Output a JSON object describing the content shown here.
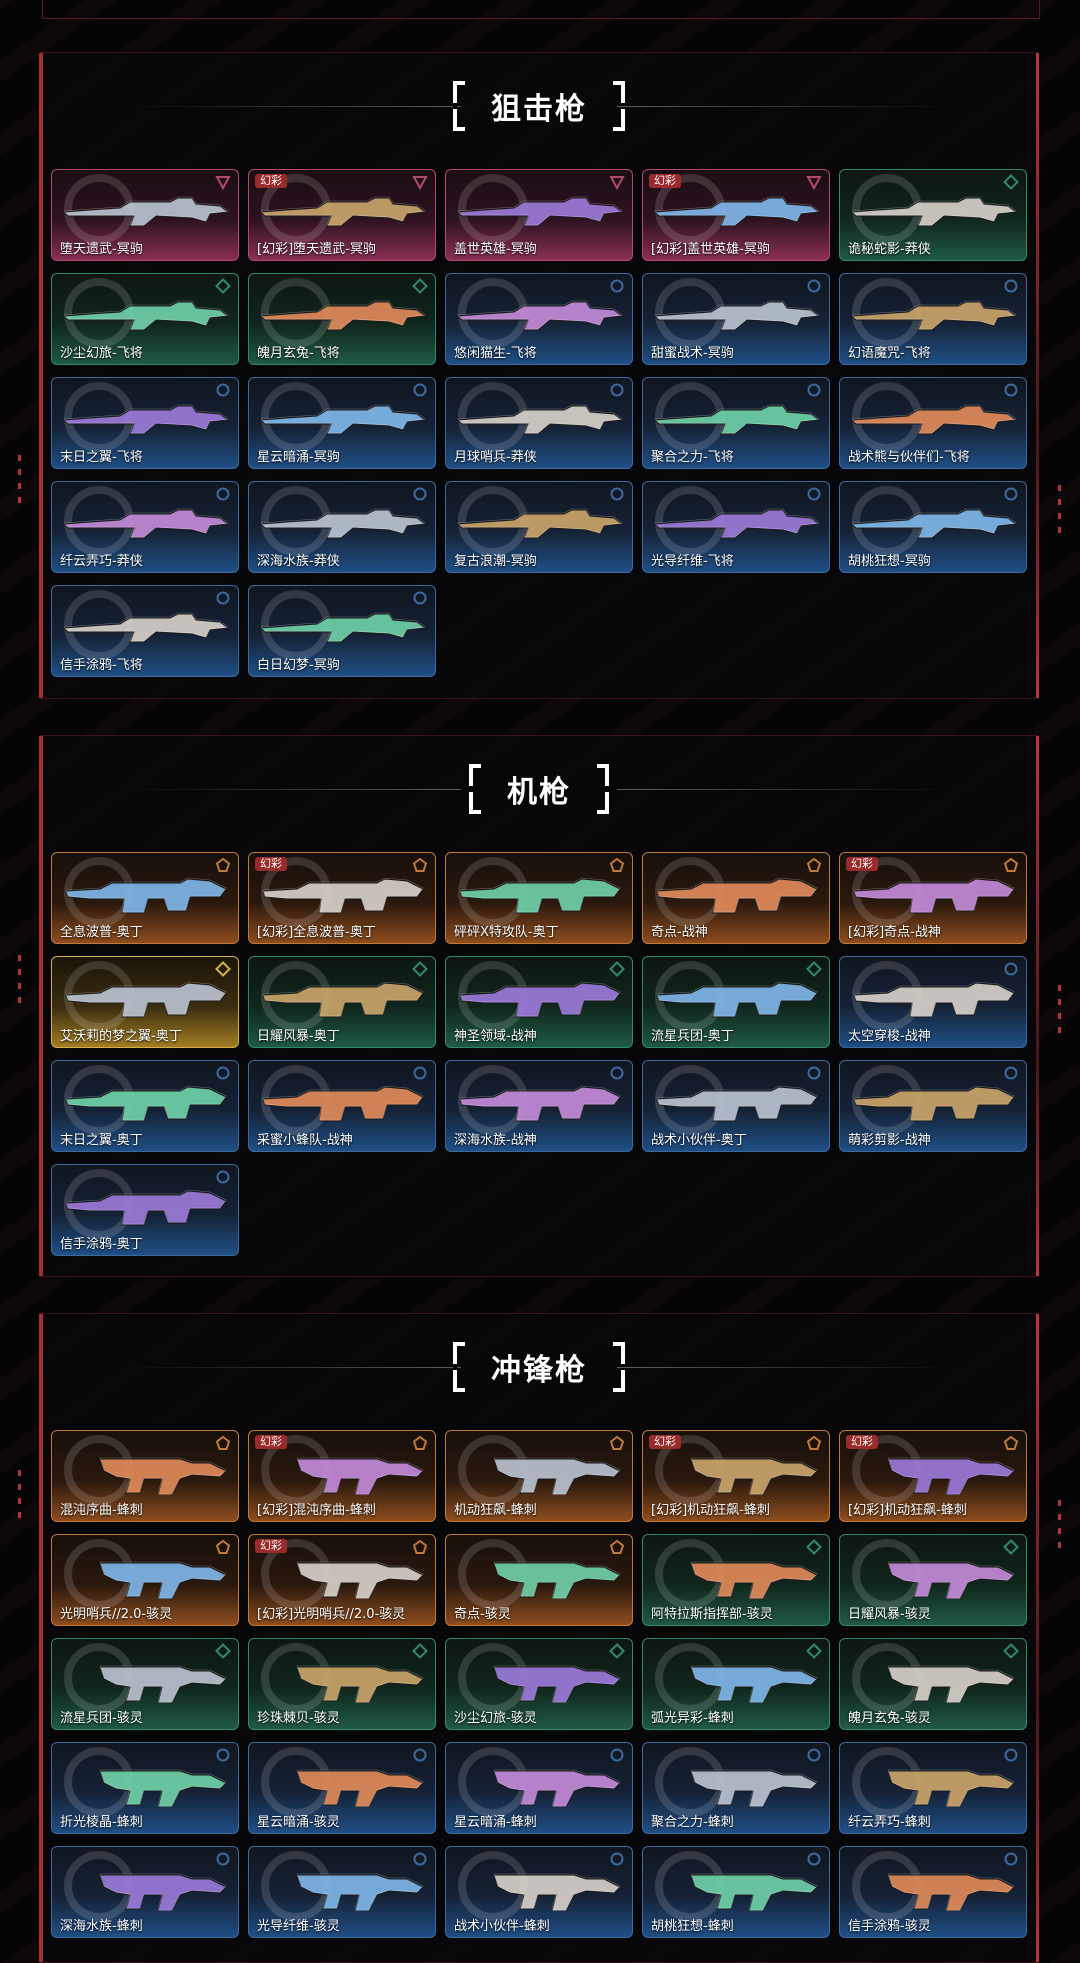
{
  "colors": {
    "accent_red": "#c0343a",
    "tier_pink": "#b5486f",
    "tier_green": "#2f8a6a",
    "tier_blue": "#3b6aa0",
    "tier_orange": "#c27a3a",
    "tier_gold": "#d8b04a",
    "tag_red": "#9b2a2a"
  },
  "tier_icons": {
    "pink": "inverted-triangle-icon",
    "green": "diamond-icon",
    "blue": "circle-icon",
    "orange": "pentagon-icon",
    "gold": "diamond-icon"
  },
  "sections": [
    {
      "title": "狙击枪",
      "gun_icon": "sniper-rifle-icon",
      "items": [
        {
          "name": "堕天遗武-冥驹",
          "tier": "pink",
          "tag": ""
        },
        {
          "name": "[幻彩]堕天遗武-冥驹",
          "tier": "pink",
          "tag": "幻彩"
        },
        {
          "name": "盖世英雄-冥驹",
          "tier": "pink",
          "tag": ""
        },
        {
          "name": "[幻彩]盖世英雄-冥驹",
          "tier": "pink",
          "tag": "幻彩"
        },
        {
          "name": "诡秘蛇影-莽侠",
          "tier": "green",
          "tag": ""
        },
        {
          "name": "沙尘幻旅-飞将",
          "tier": "green",
          "tag": ""
        },
        {
          "name": "魄月玄兔-飞将",
          "tier": "green",
          "tag": ""
        },
        {
          "name": "悠闲猫生-飞将",
          "tier": "blue",
          "tag": ""
        },
        {
          "name": "甜蜜战术-冥驹",
          "tier": "blue",
          "tag": ""
        },
        {
          "name": "幻语魔咒-飞将",
          "tier": "blue",
          "tag": ""
        },
        {
          "name": "末日之翼-飞将",
          "tier": "blue",
          "tag": ""
        },
        {
          "name": "星云暗涌-冥驹",
          "tier": "blue",
          "tag": ""
        },
        {
          "name": "月球哨兵-莽侠",
          "tier": "blue",
          "tag": ""
        },
        {
          "name": "聚合之力-飞将",
          "tier": "blue",
          "tag": ""
        },
        {
          "name": "战术熊与伙伴们-飞将",
          "tier": "blue",
          "tag": ""
        },
        {
          "name": "纤云弄巧-莽侠",
          "tier": "blue",
          "tag": ""
        },
        {
          "name": "深海水族-莽侠",
          "tier": "blue",
          "tag": ""
        },
        {
          "name": "复古浪潮-冥驹",
          "tier": "blue",
          "tag": ""
        },
        {
          "name": "光导纤维-飞将",
          "tier": "blue",
          "tag": ""
        },
        {
          "name": "胡桃狂想-冥驹",
          "tier": "blue",
          "tag": ""
        },
        {
          "name": "信手涂鸦-飞将",
          "tier": "blue",
          "tag": ""
        },
        {
          "name": "白日幻梦-冥驹",
          "tier": "blue",
          "tag": ""
        }
      ]
    },
    {
      "title": "机枪",
      "gun_icon": "machine-gun-icon",
      "items": [
        {
          "name": "全息波普-奥丁",
          "tier": "orange",
          "tag": ""
        },
        {
          "name": "[幻彩]全息波普-奥丁",
          "tier": "orange",
          "tag": "幻彩"
        },
        {
          "name": "砰砰X特攻队-奥丁",
          "tier": "orange",
          "tag": ""
        },
        {
          "name": "奇点-战神",
          "tier": "orange",
          "tag": ""
        },
        {
          "name": "[幻彩]奇点-战神",
          "tier": "orange",
          "tag": "幻彩"
        },
        {
          "name": "艾沃莉的梦之翼-奥丁",
          "tier": "gold",
          "tag": ""
        },
        {
          "name": "日耀风暴-奥丁",
          "tier": "green",
          "tag": ""
        },
        {
          "name": "神圣领域-战神",
          "tier": "green",
          "tag": ""
        },
        {
          "name": "流星兵团-奥丁",
          "tier": "green",
          "tag": ""
        },
        {
          "name": "太空穿梭-战神",
          "tier": "blue",
          "tag": ""
        },
        {
          "name": "末日之翼-奥丁",
          "tier": "blue",
          "tag": ""
        },
        {
          "name": "采蜜小蜂队-战神",
          "tier": "blue",
          "tag": ""
        },
        {
          "name": "深海水族-战神",
          "tier": "blue",
          "tag": ""
        },
        {
          "name": "战术小伙伴-奥丁",
          "tier": "blue",
          "tag": ""
        },
        {
          "name": "萌彩剪影-战神",
          "tier": "blue",
          "tag": ""
        },
        {
          "name": "信手涂鸦-奥丁",
          "tier": "blue",
          "tag": ""
        }
      ]
    },
    {
      "title": "冲锋枪",
      "gun_icon": "smg-icon",
      "items": [
        {
          "name": "混沌序曲-蜂刺",
          "tier": "orange",
          "tag": ""
        },
        {
          "name": "[幻彩]混沌序曲-蜂刺",
          "tier": "orange",
          "tag": "幻彩"
        },
        {
          "name": "机动狂飙-蜂刺",
          "tier": "orange",
          "tag": ""
        },
        {
          "name": "[幻彩]机动狂飙-蜂刺",
          "tier": "orange",
          "tag": "幻彩"
        },
        {
          "name": "[幻彩]机动狂飙-蜂刺",
          "tier": "orange",
          "tag": "幻彩"
        },
        {
          "name": "光明哨兵//2.0-骇灵",
          "tier": "orange",
          "tag": ""
        },
        {
          "name": "[幻彩]光明哨兵//2.0-骇灵",
          "tier": "orange",
          "tag": "幻彩"
        },
        {
          "name": "奇点-骇灵",
          "tier": "orange",
          "tag": ""
        },
        {
          "name": "阿特拉斯指挥部-骇灵",
          "tier": "green",
          "tag": ""
        },
        {
          "name": "日耀风暴-骇灵",
          "tier": "green",
          "tag": ""
        },
        {
          "name": "流星兵团-骇灵",
          "tier": "green",
          "tag": ""
        },
        {
          "name": "珍珠棘贝-骇灵",
          "tier": "green",
          "tag": ""
        },
        {
          "name": "沙尘幻旅-骇灵",
          "tier": "green",
          "tag": ""
        },
        {
          "name": "弧光异彩-蜂刺",
          "tier": "green",
          "tag": ""
        },
        {
          "name": "魄月玄兔-骇灵",
          "tier": "green",
          "tag": ""
        },
        {
          "name": "折光棱晶-蜂刺",
          "tier": "blue",
          "tag": ""
        },
        {
          "name": "星云暗涌-骇灵",
          "tier": "blue",
          "tag": ""
        },
        {
          "name": "星云暗涌-蜂刺",
          "tier": "blue",
          "tag": ""
        },
        {
          "name": "聚合之力-蜂刺",
          "tier": "blue",
          "tag": ""
        },
        {
          "name": "纤云弄巧-蜂刺",
          "tier": "blue",
          "tag": ""
        },
        {
          "name": "深海水族-蜂刺",
          "tier": "blue",
          "tag": ""
        },
        {
          "name": "光导纤维-骇灵",
          "tier": "blue",
          "tag": ""
        },
        {
          "name": "战术小伙伴-蜂刺",
          "tier": "blue",
          "tag": ""
        },
        {
          "name": "胡桃狂想-蜂刺",
          "tier": "blue",
          "tag": ""
        },
        {
          "name": "信手涂鸦-骇灵",
          "tier": "blue",
          "tag": ""
        }
      ]
    }
  ]
}
